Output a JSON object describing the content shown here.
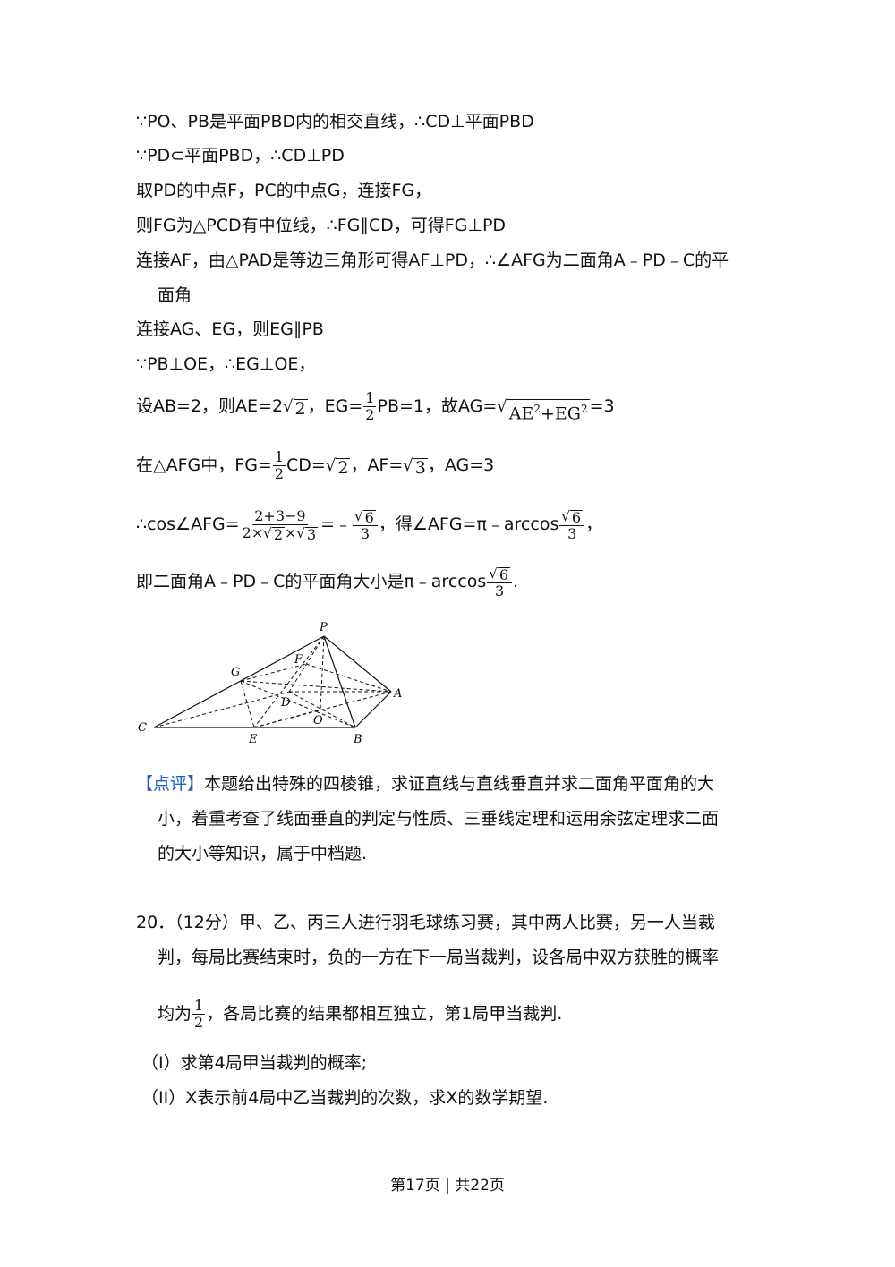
{
  "lines": {
    "l1": "∵PO、PB是平面PBD内的相交直线，∴CD⊥平面PBD",
    "l2": "∵PD⊂平面PBD，∴CD⊥PD",
    "l3": "取PD的中点F，PC的中点G，连接FG，",
    "l4": "则FG为△PCD有中位线，∴FG∥CD，可得FG⊥PD",
    "l5a": "连接AF，由△PAD是等边三角形可得AF⊥PD，∴∠AFG为二面角A﹣PD﹣C的平",
    "l5b": "面角",
    "l6": "连接AG、EG，则EG∥PB",
    "l7": "∵PB⊥OE，∴EG⊥OE，"
  },
  "l8": {
    "p1": "设AB=2，则AE=2",
    "r1": "2",
    "p2": "，EG=",
    "f_num": "1",
    "f_den": "2",
    "p3": "PB=1，故AG=",
    "r2": "AE",
    "sup1": "2",
    "plus": "+EG",
    "sup2": "2",
    "p4": "=3"
  },
  "l9": {
    "p1": "在△AFG中，FG=",
    "f_num": "1",
    "f_den": "2",
    "p2": "CD=",
    "r1": "2",
    "p3": "，AF=",
    "r2": "3",
    "p4": "，AG=3"
  },
  "l10": {
    "p1": "∴cos∠AFG=",
    "f_num": "2+3−9",
    "d1": "2×",
    "dr1": "2",
    "d2": "×",
    "dr2": "3",
    "p2": "=﹣",
    "f2_r": "6",
    "f2_den": "3",
    "p3": "，得∠AFG=π﹣arccos",
    "f3_r": "6",
    "f3_den": "3",
    "p4": "，"
  },
  "l11": {
    "p1": "即二面角A﹣PD﹣C的平面角大小是π﹣arccos",
    "f_r": "6",
    "f_den": "3",
    "p2": "."
  },
  "figure": {
    "labels": {
      "P": "P",
      "G": "G",
      "F": "F",
      "D": "D",
      "A": "A",
      "C": "C",
      "E": "E",
      "O": "O",
      "B": "B"
    }
  },
  "review": {
    "tag": "【点评】",
    "a": "本题给出特殊的四棱锥，求证直线与直线垂直并求二面角平面角的大",
    "b": "小，着重考查了线面垂直的判定与性质、三垂线定理和运用余弦定理求二面",
    "c": "的大小等知识，属于中档题."
  },
  "q20": {
    "a": "20．（12分）甲、乙、丙三人进行羽毛球练习赛，其中两人比赛，另一人当裁",
    "b": "判，每局比赛结束时，负的一方在下一局当裁判，设各局中双方获胜的概率",
    "c1": "均为",
    "f_num": "1",
    "f_den": "2",
    "c2": "，各局比赛的结果都相互独立，第1局甲当裁判.",
    "i": "（I）求第4局甲当裁判的概率;",
    "ii": "（II）X表示前4局中乙当裁判的次数，求X的数学期望."
  },
  "footer": "第17页 | 共22页"
}
